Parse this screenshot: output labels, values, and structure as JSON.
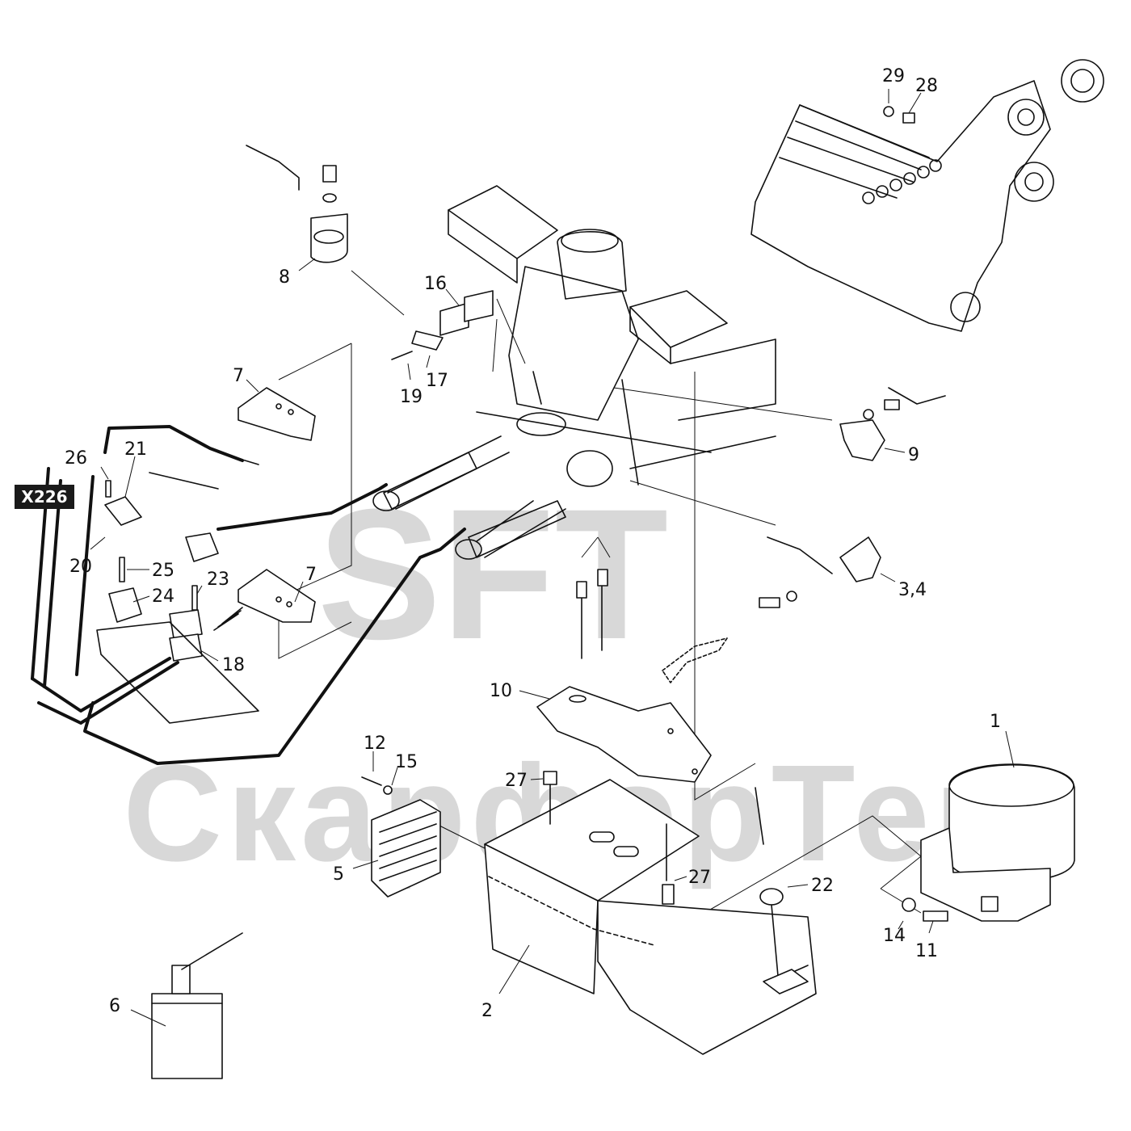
{
  "watermark": {
    "top_text": "SFT",
    "bottom_text": "СкарфорТек",
    "color": "#cfcfcf"
  },
  "connector_tag": {
    "text": "X226",
    "background": "#1a1a1a",
    "color": "#ffffff"
  },
  "labels": [
    {
      "id": "label-1",
      "text": "1"
    },
    {
      "id": "label-2",
      "text": "2"
    },
    {
      "id": "label-3-4",
      "text": "3,4"
    },
    {
      "id": "label-5",
      "text": "5"
    },
    {
      "id": "label-6",
      "text": "6"
    },
    {
      "id": "label-7a",
      "text": "7"
    },
    {
      "id": "label-7b",
      "text": "7"
    },
    {
      "id": "label-8",
      "text": "8"
    },
    {
      "id": "label-9",
      "text": "9"
    },
    {
      "id": "label-10",
      "text": "10"
    },
    {
      "id": "label-11",
      "text": "11"
    },
    {
      "id": "label-12",
      "text": "12"
    },
    {
      "id": "label-14",
      "text": "14"
    },
    {
      "id": "label-15",
      "text": "15"
    },
    {
      "id": "label-16",
      "text": "16"
    },
    {
      "id": "label-17",
      "text": "17"
    },
    {
      "id": "label-18",
      "text": "18"
    },
    {
      "id": "label-19",
      "text": "19"
    },
    {
      "id": "label-20",
      "text": "20"
    },
    {
      "id": "label-21",
      "text": "21"
    },
    {
      "id": "label-22",
      "text": "22"
    },
    {
      "id": "label-23",
      "text": "23"
    },
    {
      "id": "label-24",
      "text": "24"
    },
    {
      "id": "label-25",
      "text": "25"
    },
    {
      "id": "label-26",
      "text": "26"
    },
    {
      "id": "label-27a",
      "text": "27"
    },
    {
      "id": "label-27b",
      "text": "27"
    },
    {
      "id": "label-28",
      "text": "28"
    },
    {
      "id": "label-29",
      "text": "29"
    }
  ]
}
